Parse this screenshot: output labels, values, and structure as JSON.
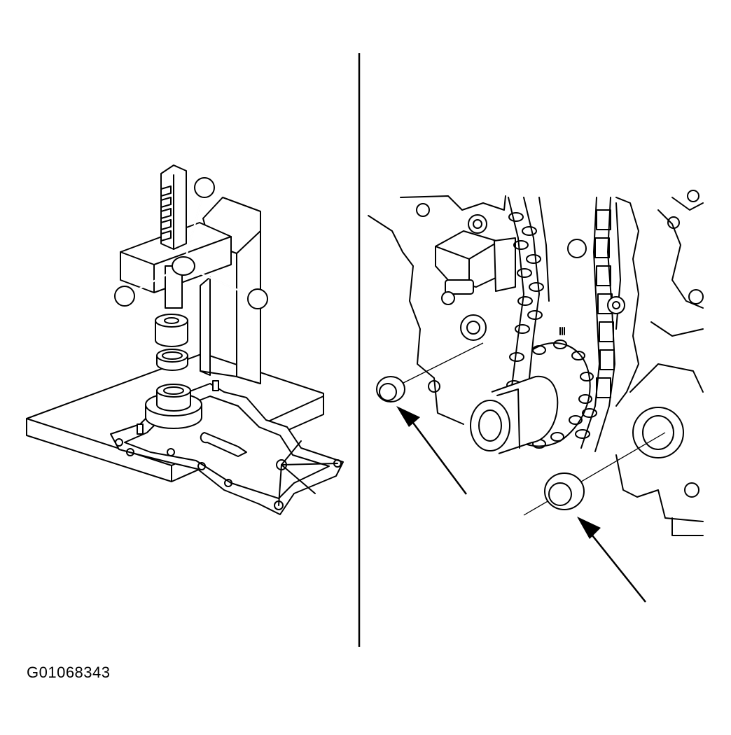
{
  "figure": {
    "code": "G01068343",
    "left_panel": {
      "subject": "press-installing-seal-into-timing-cover"
    },
    "right_panel": {
      "subject": "camshaft-seals-on-engine-front",
      "arrow_count": 2
    }
  }
}
